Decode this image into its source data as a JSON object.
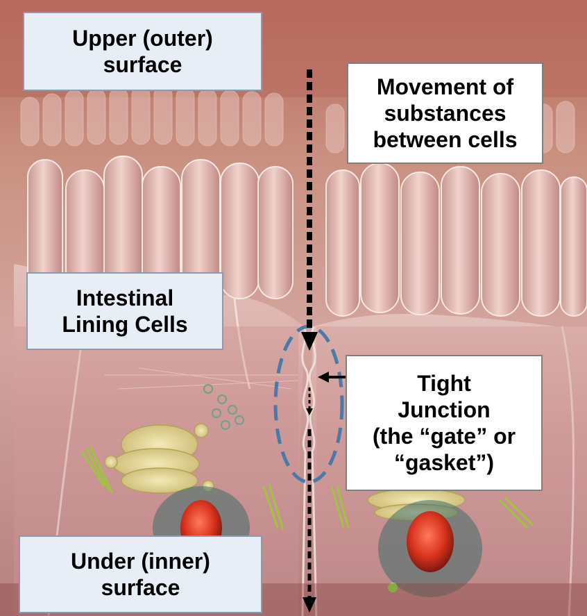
{
  "labels": {
    "upper_surface": [
      "Upper (outer)",
      "surface"
    ],
    "movement": [
      "Movement of",
      "substances",
      "between cells"
    ],
    "intestinal_lining": [
      "Intestinal",
      "Lining Cells"
    ],
    "tight_junction": [
      "Tight",
      "Junction",
      "(the “gate” or",
      "“gasket”)"
    ],
    "under_surface": [
      "Under (inner)",
      "surface"
    ]
  },
  "colors": {
    "background_top": "#b86a5e",
    "cell_wall": "#e8c8c0",
    "villus": "#e9bdb8",
    "cytoplasm": "#c98f8c",
    "golgi": "#e8dc98",
    "nucleus": "#d8321c",
    "er": "#3e6e6a",
    "fibers": "#9acd32",
    "junction_ellipse": "#4a7aa8",
    "arrow": "#000000",
    "label_box": "#e8eef5"
  },
  "icons": {
    "illustration": "intestinal-epithelium-illustration",
    "pathway_arrow": "dotted-arrow-down-icon",
    "pointer_arrow": "arrow-left-icon"
  }
}
